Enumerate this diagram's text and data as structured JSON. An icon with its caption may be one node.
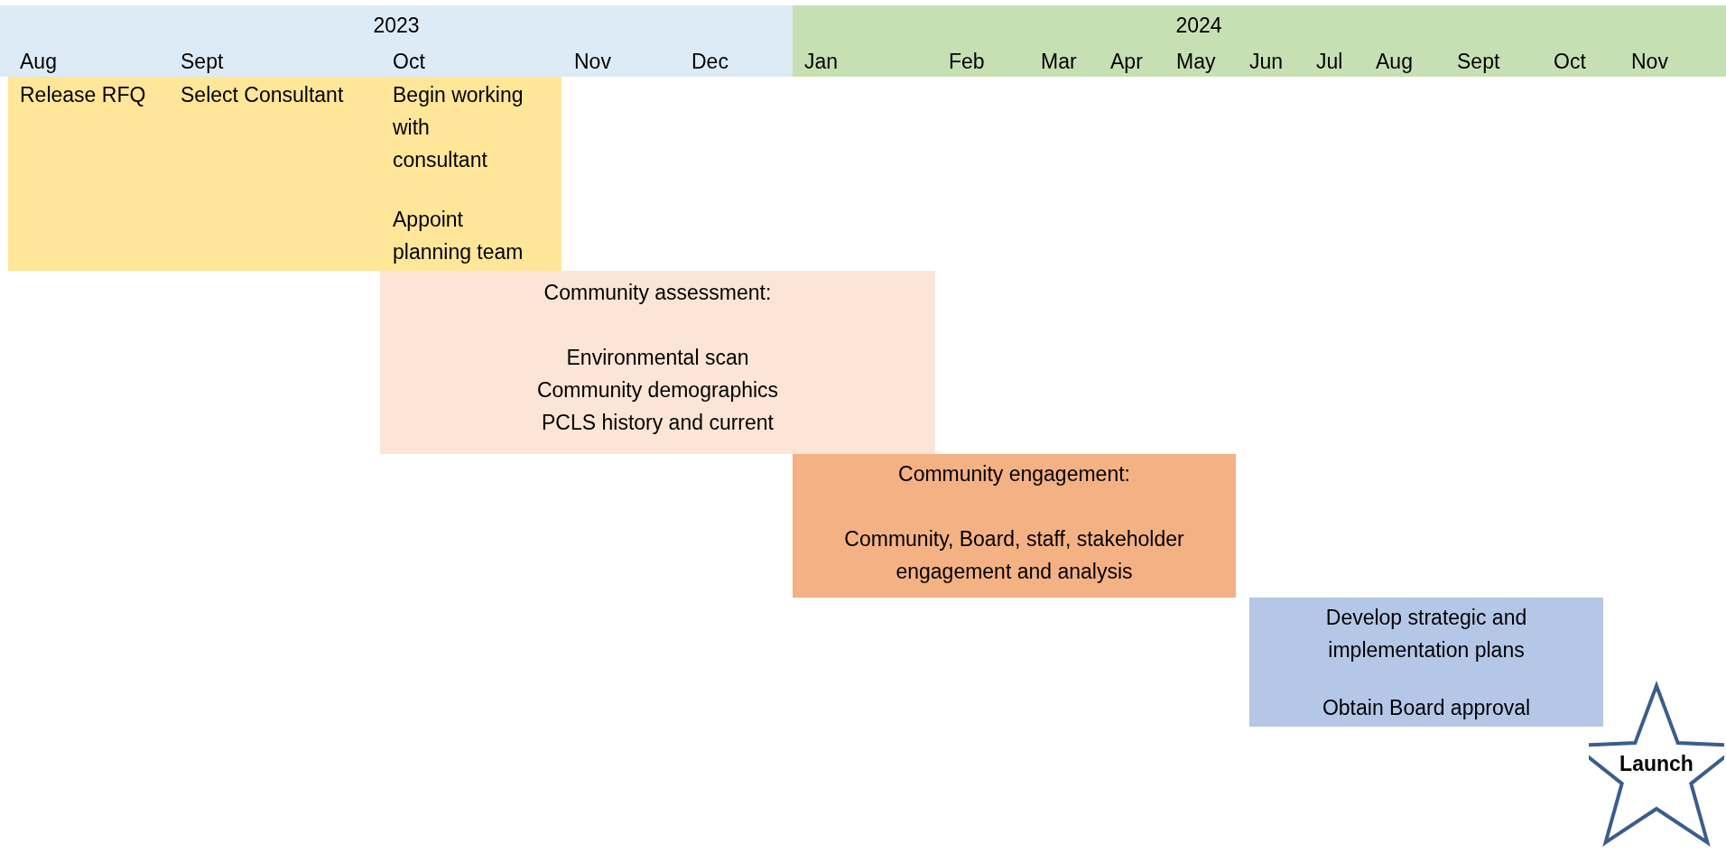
{
  "diagram": {
    "nodes": [
      {
        "text": [
          "2023"
        ]
      },
      {
        "text": [
          "2024"
        ]
      },
      {
        "text": [
          "Release RFQ",
          "Select Consultant",
          "Begin working with consultant",
          "Appoint planning team"
        ]
      },
      {
        "text": [
          "Community assessment:",
          "Environmental scan",
          "Community demographics",
          "PCLS history and current"
        ]
      },
      {
        "text": [
          "Community engagement:",
          "Community, Board, staff, stakeholder engagement and analysis"
        ]
      },
      {
        "text": [
          "Develop strategic and implementation plans",
          "Obtain Board approval"
        ]
      },
      {
        "text": [
          "Launch"
        ]
      }
    ],
    "edges": [],
    "labels": [
      "Aug",
      "Sept",
      "Oct",
      "Nov",
      "Dec",
      "Jan",
      "Feb",
      "Mar",
      "Apr",
      "May",
      "Jun",
      "Jul",
      "Aug",
      "Sept",
      "Oct",
      "Nov"
    ]
  }
}
